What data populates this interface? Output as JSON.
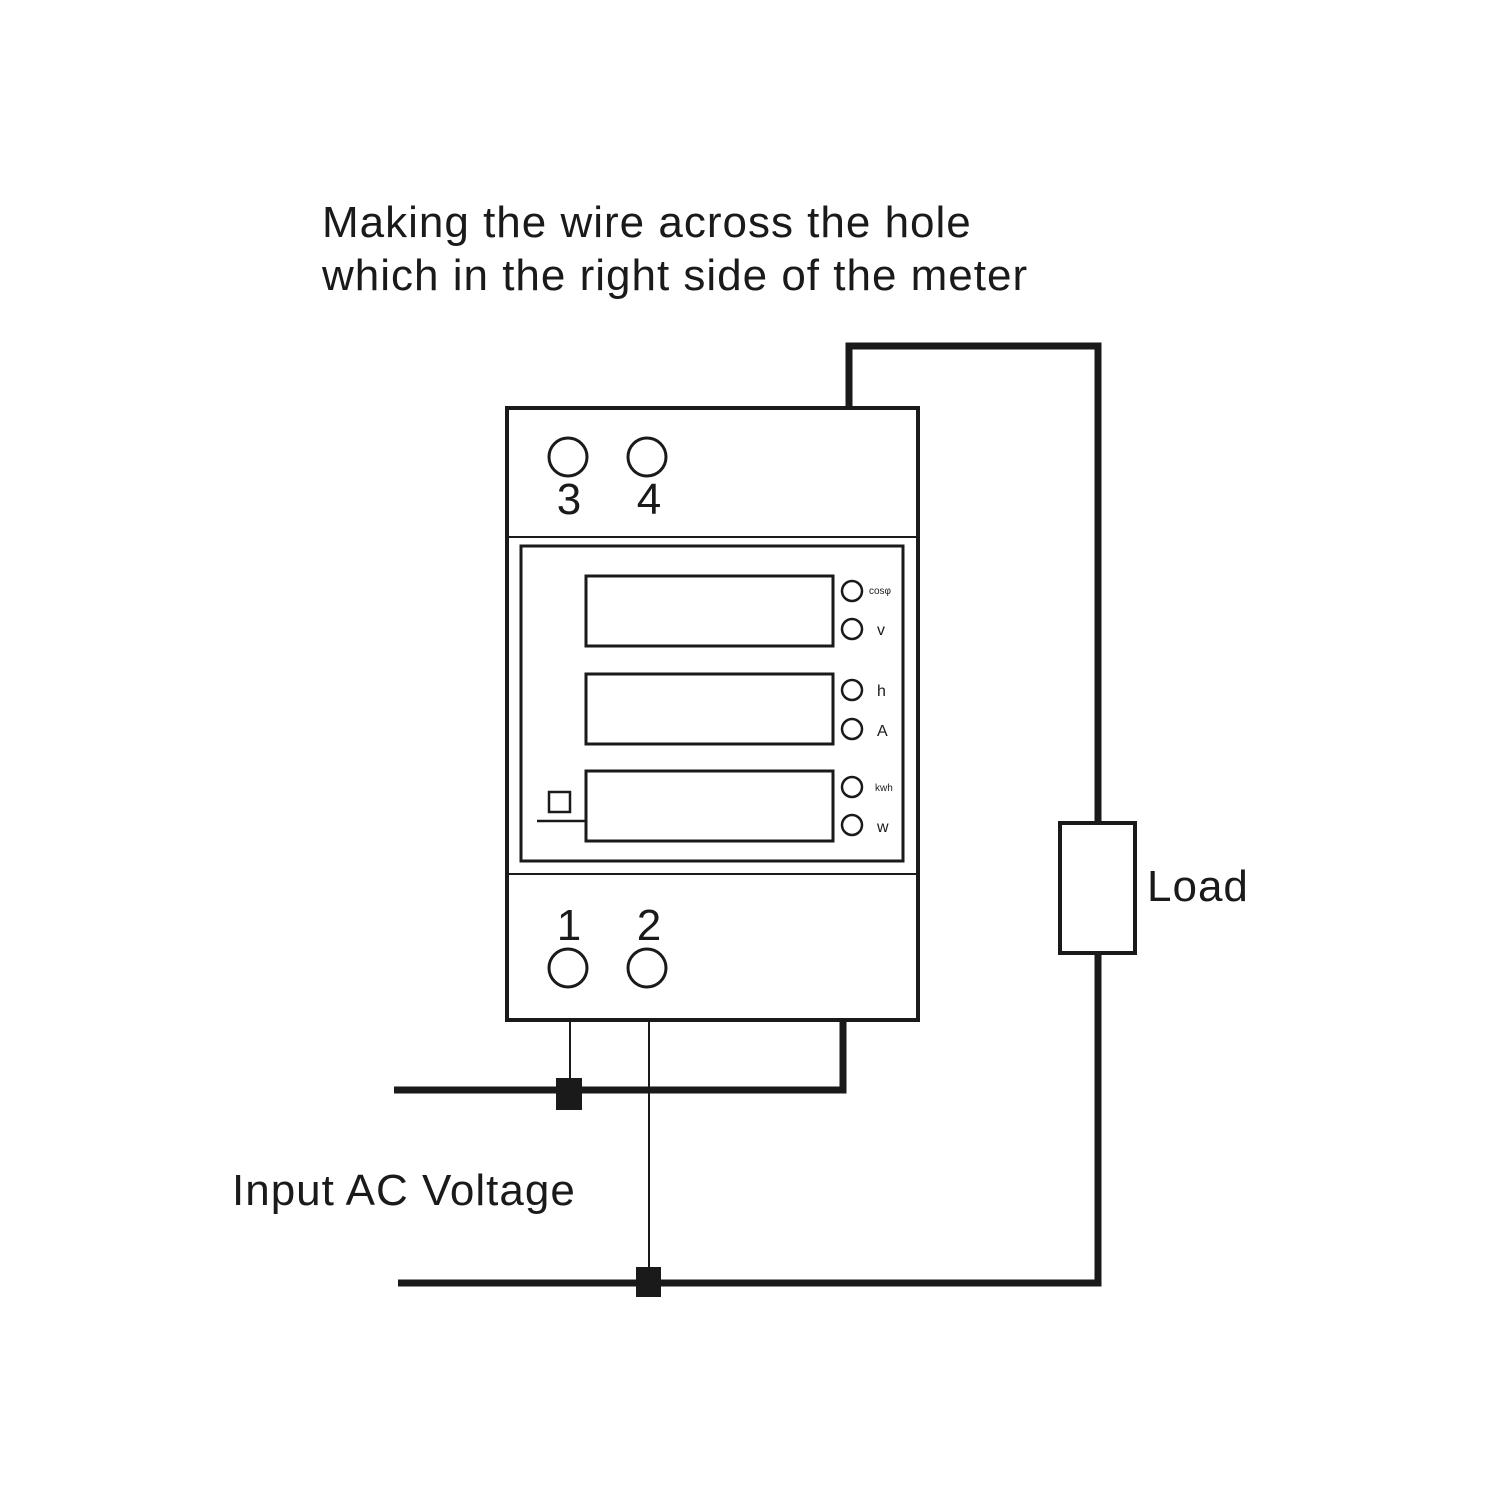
{
  "caption": {
    "line1": "Making the wire across the hole",
    "line2": "which in the right side of the meter"
  },
  "meter": {
    "terminals_top": [
      "3",
      "4"
    ],
    "terminals_bottom": [
      "1",
      "2"
    ],
    "indicators": [
      "cosφ",
      "v",
      "h",
      "A",
      "kwh",
      "w"
    ]
  },
  "load_label": "Load",
  "input_label": "Input AC Voltage",
  "colors": {
    "ink": "#1a1a1a",
    "background": "#ffffff"
  }
}
